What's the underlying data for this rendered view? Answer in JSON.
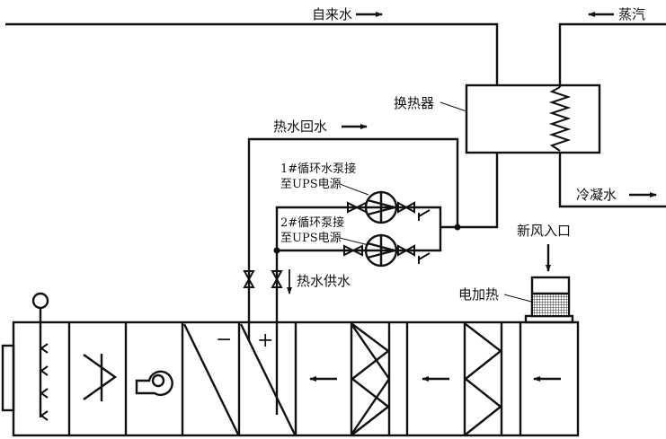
{
  "labels": {
    "tap_water": "自来水",
    "steam": "蒸汽",
    "heat_exchanger": "换热器",
    "hot_water_return": "热水回水",
    "condensate": "冷凝水",
    "pump1_line1": "1#循环水泵接",
    "pump1_line2": "至UPS电源",
    "pump2_line1": "2#循环泵接",
    "pump2_line2": "至UPS电源",
    "fresh_air_inlet": "新风入口",
    "hot_water_supply": "热水供水",
    "electric_heater": "电加热",
    "cooling_sign": "−",
    "heating_sign": "+"
  },
  "colors": {
    "line": "#111111",
    "background": "#ffffff"
  }
}
